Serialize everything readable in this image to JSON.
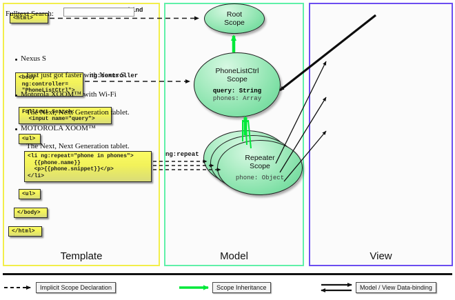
{
  "panels": [
    {
      "id": "template",
      "label": "Template",
      "border_color": "#f2ee4a"
    },
    {
      "id": "model",
      "label": "Model",
      "border_color": "#5ff0a8"
    },
    {
      "id": "view",
      "label": "View",
      "border_color": "#6b4df0"
    }
  ],
  "template": {
    "code_boxes": [
      {
        "name": "html-open-tag",
        "text": "<html>"
      },
      {
        "name": "body-controller-tag",
        "text": "<body\n ng:controller=\n \"PhoneListCtrl\">"
      },
      {
        "name": "fulltext-search-input-markup",
        "text": "Fulltext Search:\n  <input name=\"query\">"
      },
      {
        "name": "ul-open-tag",
        "text": "<ul>"
      },
      {
        "name": "li-ng-repeat-markup",
        "text": "<li ng:repeat=\"phone in phones\">\n  {{phone.name}}\n  <p>{{phone.snippet}}</p>\n</li>"
      },
      {
        "name": "ul-close-tag",
        "text": "<ul>"
      },
      {
        "name": "body-close-tag",
        "text": "</body>"
      },
      {
        "name": "html-close-tag",
        "text": "</html>"
      }
    ]
  },
  "connectors": [
    {
      "name": "ng-autobind-label",
      "text": "ng:autobind"
    },
    {
      "name": "ng-controller-label",
      "text": "ng:controller"
    },
    {
      "name": "ng-repeat-label",
      "text": "ng:repeat"
    }
  ],
  "model": {
    "scopes": [
      {
        "name": "root-scope",
        "title_line1": "Root",
        "title_line2": "Scope",
        "props": []
      },
      {
        "name": "phonelistctrl-scope",
        "title_line1": "PhoneListCtrl",
        "title_line2": "Scope",
        "props": [
          {
            "text": "query: String",
            "emphasis": true
          },
          {
            "text": "phones: Array",
            "emphasis": false
          }
        ]
      },
      {
        "name": "repeater-scope",
        "title_line1": "Repeater",
        "title_line2": "Scope",
        "props": [
          {
            "text": "phone: Object",
            "emphasis": false
          }
        ]
      }
    ]
  },
  "view": {
    "search_label": "Fulltext Search:",
    "search_value": "",
    "search_placeholder": "",
    "items": [
      {
        "name": "Nexus S",
        "snippet": "Fast just got faster with Nexus S."
      },
      {
        "name": "Motorola XOOM™  with Wi-Fi",
        "snippet": "The Next, Next Generation tablet."
      },
      {
        "name": "MOTOROLA XOOM™",
        "snippet": "The Next, Next Generation tablet."
      }
    ]
  },
  "legend": {
    "items": [
      {
        "name": "implicit-scope-declaration",
        "label": "Implicit Scope Declaration",
        "arrow": "dashed-black"
      },
      {
        "name": "scope-inheritance",
        "label": "Scope Inheritance",
        "arrow": "solid-green"
      },
      {
        "name": "model-view-data-binding",
        "label": "Model / View Data-binding",
        "arrow": "double-black"
      }
    ]
  },
  "colors": {
    "template_border": "#f2ee4a",
    "model_border": "#5ff0a8",
    "view_border": "#6b4df0",
    "code_box_fill": "#f7f75e",
    "scope_fill": "#8fe6b0",
    "inheritance_arrow": "#00e839"
  }
}
